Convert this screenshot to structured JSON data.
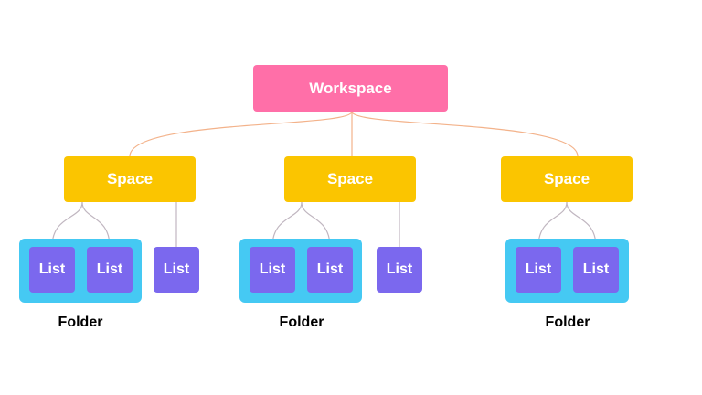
{
  "colors": {
    "workspace": "#ff6fa8",
    "space": "#fbc500",
    "folder": "#45c9f3",
    "list": "#7b68ee",
    "text_light": "#ffffff",
    "text_dark": "#000000",
    "line_workspace": "#f3b28a",
    "line_space": "#c0b6c0"
  },
  "workspace": {
    "label": "Workspace"
  },
  "spaces": [
    {
      "label": "Space",
      "folder": {
        "label": "Folder",
        "lists": [
          "List",
          "List"
        ]
      },
      "loose_list": "List"
    },
    {
      "label": "Space",
      "folder": {
        "label": "Folder",
        "lists": [
          "List",
          "List"
        ]
      },
      "loose_list": "List"
    },
    {
      "label": "Space",
      "folder": {
        "label": "Folder",
        "lists": [
          "List",
          "List"
        ]
      }
    }
  ]
}
